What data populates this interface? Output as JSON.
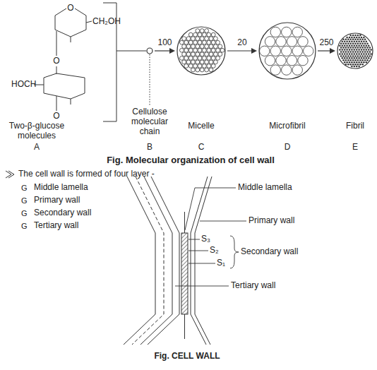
{
  "diagram": {
    "caption": "Fig. CELL WALL",
    "nodes": [
      {
        "text": [
          "Cellulose molecular chain",
          "B"
        ]
      },
      {
        "text": [
          "Micelle",
          "C"
        ]
      },
      {
        "text": [
          "Microfibril",
          "D"
        ]
      },
      {
        "text": [
          "Fibril",
          "E"
        ]
      }
    ],
    "edges": [
      {
        "from": 0,
        "to": 1,
        "arrow": "to",
        "label": "100"
      },
      {
        "from": 1,
        "to": 2,
        "arrow": "to",
        "label": "20"
      },
      {
        "from": 2,
        "to": 3,
        "arrow": "to",
        "label": "250"
      }
    ],
    "labels": [
      "O",
      "CH₂OH",
      "O",
      "HOCH",
      "O",
      "Two-β-glucose molecules",
      "A",
      "Fig. Molecular organization of cell wall",
      "The cell wall is formed of four layer -",
      "G",
      "Middle lamella",
      "G",
      "Primary wall",
      "G",
      "Secondary wall",
      "G",
      "Tertiary wall",
      "Middle lamella",
      "Primary wall",
      "S₃",
      "S₂",
      "Secondary wall",
      "S₁",
      "Tertiary wall"
    ]
  }
}
